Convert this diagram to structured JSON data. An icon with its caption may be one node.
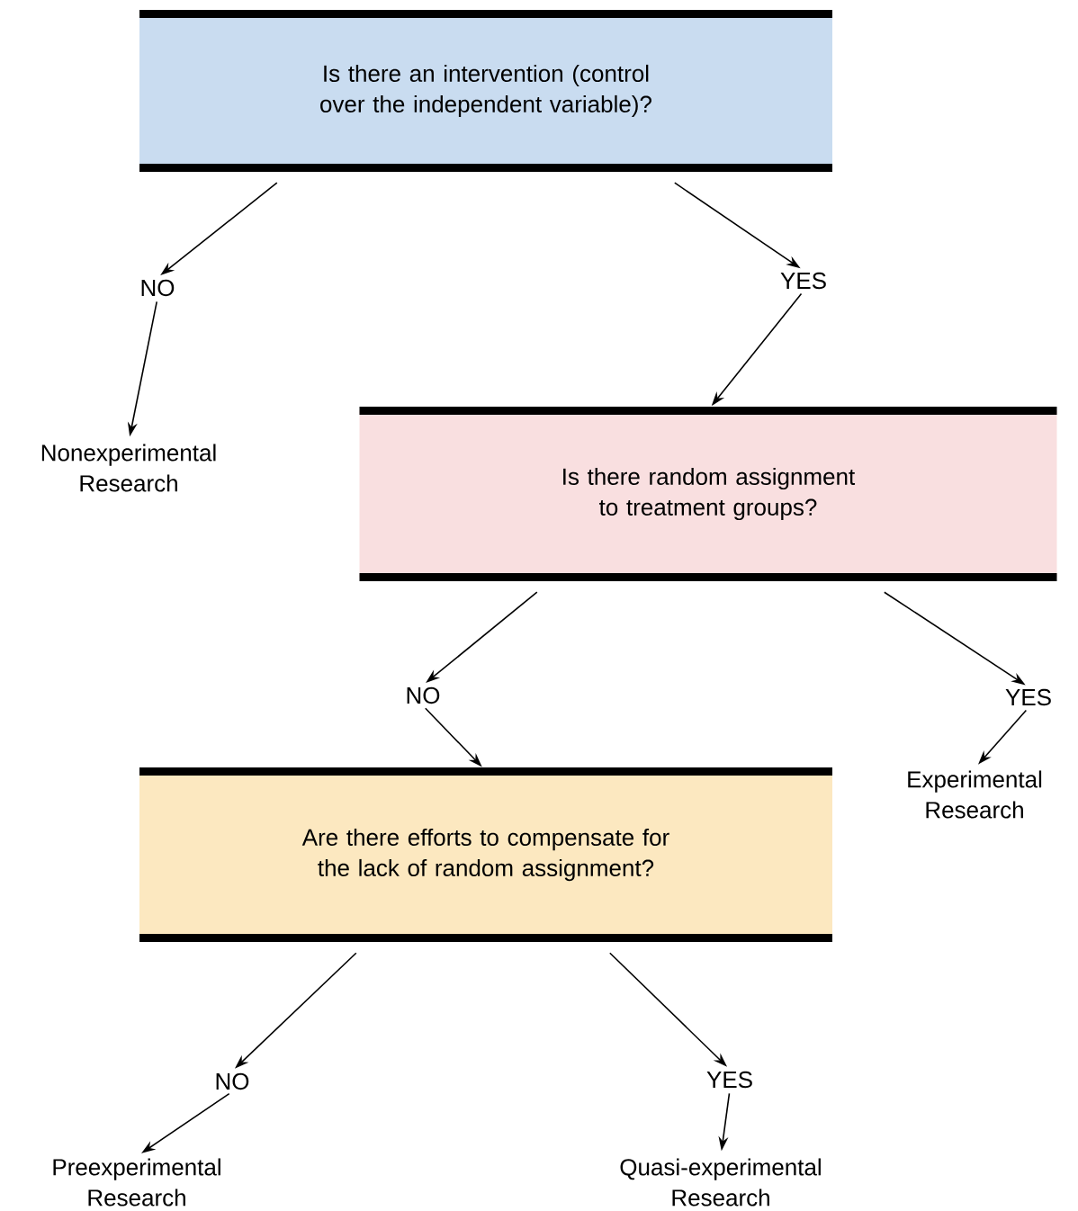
{
  "diagram": {
    "nodes": [
      {
        "text": [
          "Is there an intervention (control over the independent variable)?"
        ]
      },
      {
        "text": [
          "NO"
        ]
      },
      {
        "text": [
          "YES"
        ]
      },
      {
        "text": [
          "Nonexperimental Research"
        ]
      },
      {
        "text": [
          "Is there random assignment to treatment groups?"
        ]
      },
      {
        "text": [
          "NO"
        ]
      },
      {
        "text": [
          "YES"
        ]
      },
      {
        "text": [
          "Are there efforts to compensate for the lack of random assignment?"
        ]
      },
      {
        "text": [
          "Experimental Research"
        ]
      },
      {
        "text": [
          "NO"
        ]
      },
      {
        "text": [
          "YES"
        ]
      },
      {
        "text": [
          "Preexperimental Research"
        ]
      },
      {
        "text": [
          "Quasi-experimental Research"
        ]
      }
    ],
    "edges": [
      {
        "from": 0,
        "to": 1,
        "arrow": "to"
      },
      {
        "from": 1,
        "to": 3,
        "arrow": "to"
      },
      {
        "from": 0,
        "to": 2,
        "arrow": "to"
      },
      {
        "from": 2,
        "to": 4,
        "arrow": "to"
      },
      {
        "from": 4,
        "to": 5,
        "arrow": "to"
      },
      {
        "from": 5,
        "to": 7,
        "arrow": "to"
      },
      {
        "from": 4,
        "to": 6,
        "arrow": "to"
      },
      {
        "from": 6,
        "to": 8,
        "arrow": "to"
      },
      {
        "from": 7,
        "to": 9,
        "arrow": "to"
      },
      {
        "from": 9,
        "to": 11,
        "arrow": "to"
      },
      {
        "from": 7,
        "to": 10,
        "arrow": "to"
      },
      {
        "from": 10,
        "to": 12,
        "arrow": "to"
      }
    ]
  }
}
